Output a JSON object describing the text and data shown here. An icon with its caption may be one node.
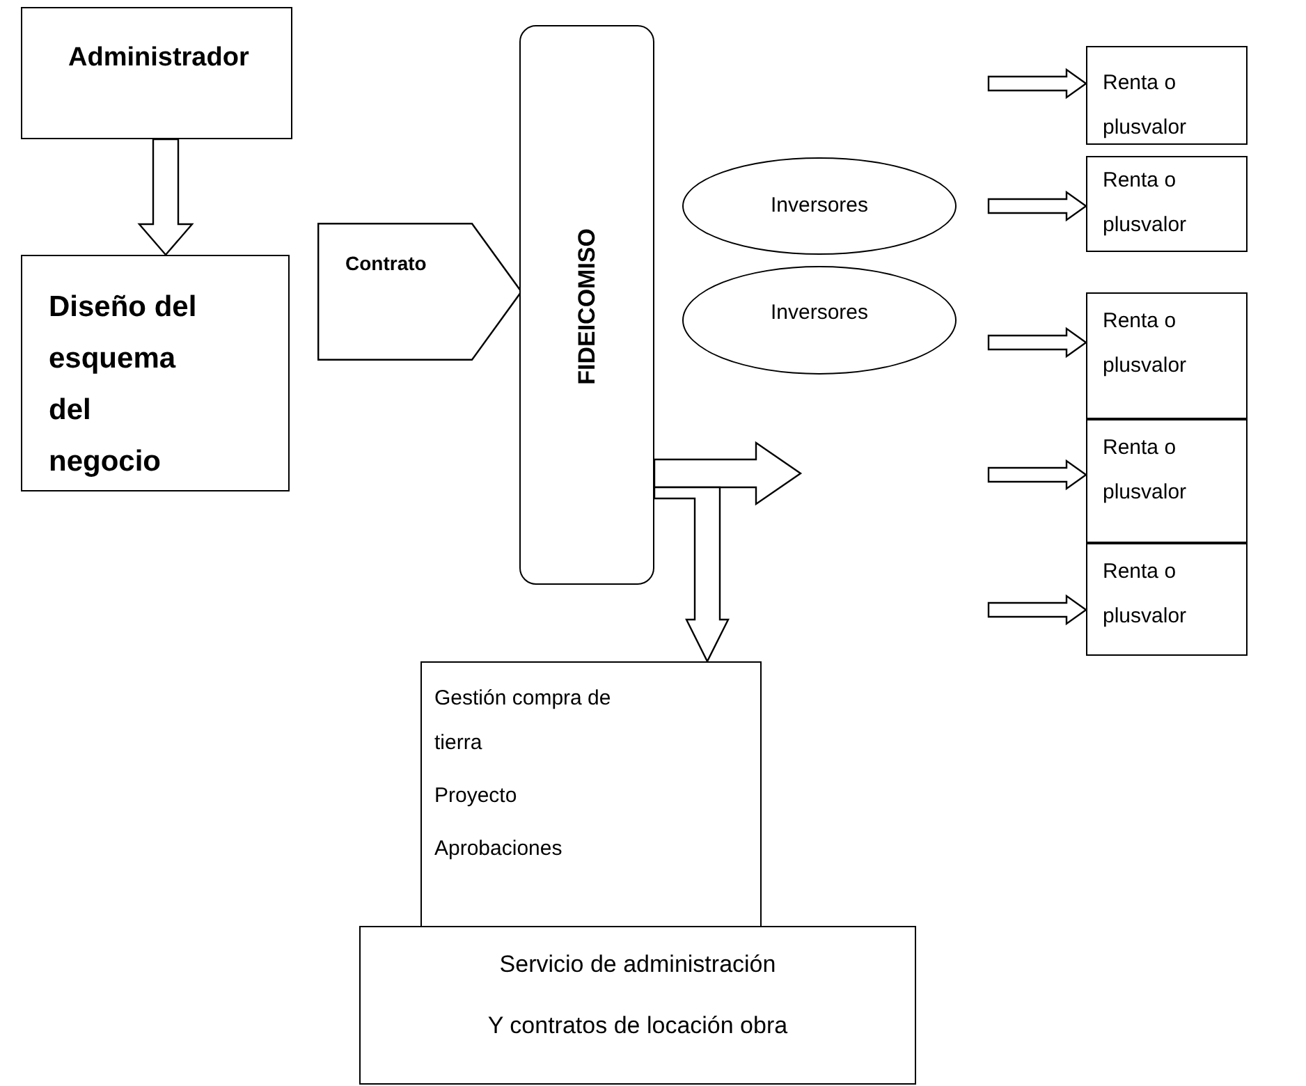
{
  "diagram": {
    "nodes": [
      {
        "text": [
          "Administrador"
        ]
      },
      {
        "text": [
          "Diseño del esquema del negocio"
        ]
      },
      {
        "text": [
          "Contrato"
        ]
      },
      {
        "text": [
          "FIDEICOMISO"
        ]
      },
      {
        "text": [
          "Inversores"
        ]
      },
      {
        "text": [
          "Inversores"
        ]
      },
      {
        "text": [
          "Renta o plusvalor"
        ]
      },
      {
        "text": [
          "Renta o plusvalor"
        ]
      },
      {
        "text": [
          "Renta o plusvalor"
        ]
      },
      {
        "text": [
          "Renta o plusvalor"
        ]
      },
      {
        "text": [
          "Renta o plusvalor"
        ]
      },
      {
        "text": [
          "Gestión compra de tierra",
          "Proyecto",
          "Aprobaciones"
        ]
      },
      {
        "text": [
          "Servicio de administración",
          "Y contratos de locación obra"
        ]
      }
    ],
    "edges": [
      {
        "from": 0,
        "to": 1,
        "arrow": "to"
      },
      {
        "from": 3,
        "to": null,
        "arrow": "to"
      },
      {
        "from": 3,
        "to": 11,
        "arrow": "to"
      },
      {
        "from": null,
        "to": 6,
        "arrow": "to"
      },
      {
        "from": null,
        "to": 7,
        "arrow": "to"
      },
      {
        "from": null,
        "to": 8,
        "arrow": "to"
      },
      {
        "from": null,
        "to": 9,
        "arrow": "to"
      },
      {
        "from": null,
        "to": 10,
        "arrow": "to"
      }
    ]
  }
}
